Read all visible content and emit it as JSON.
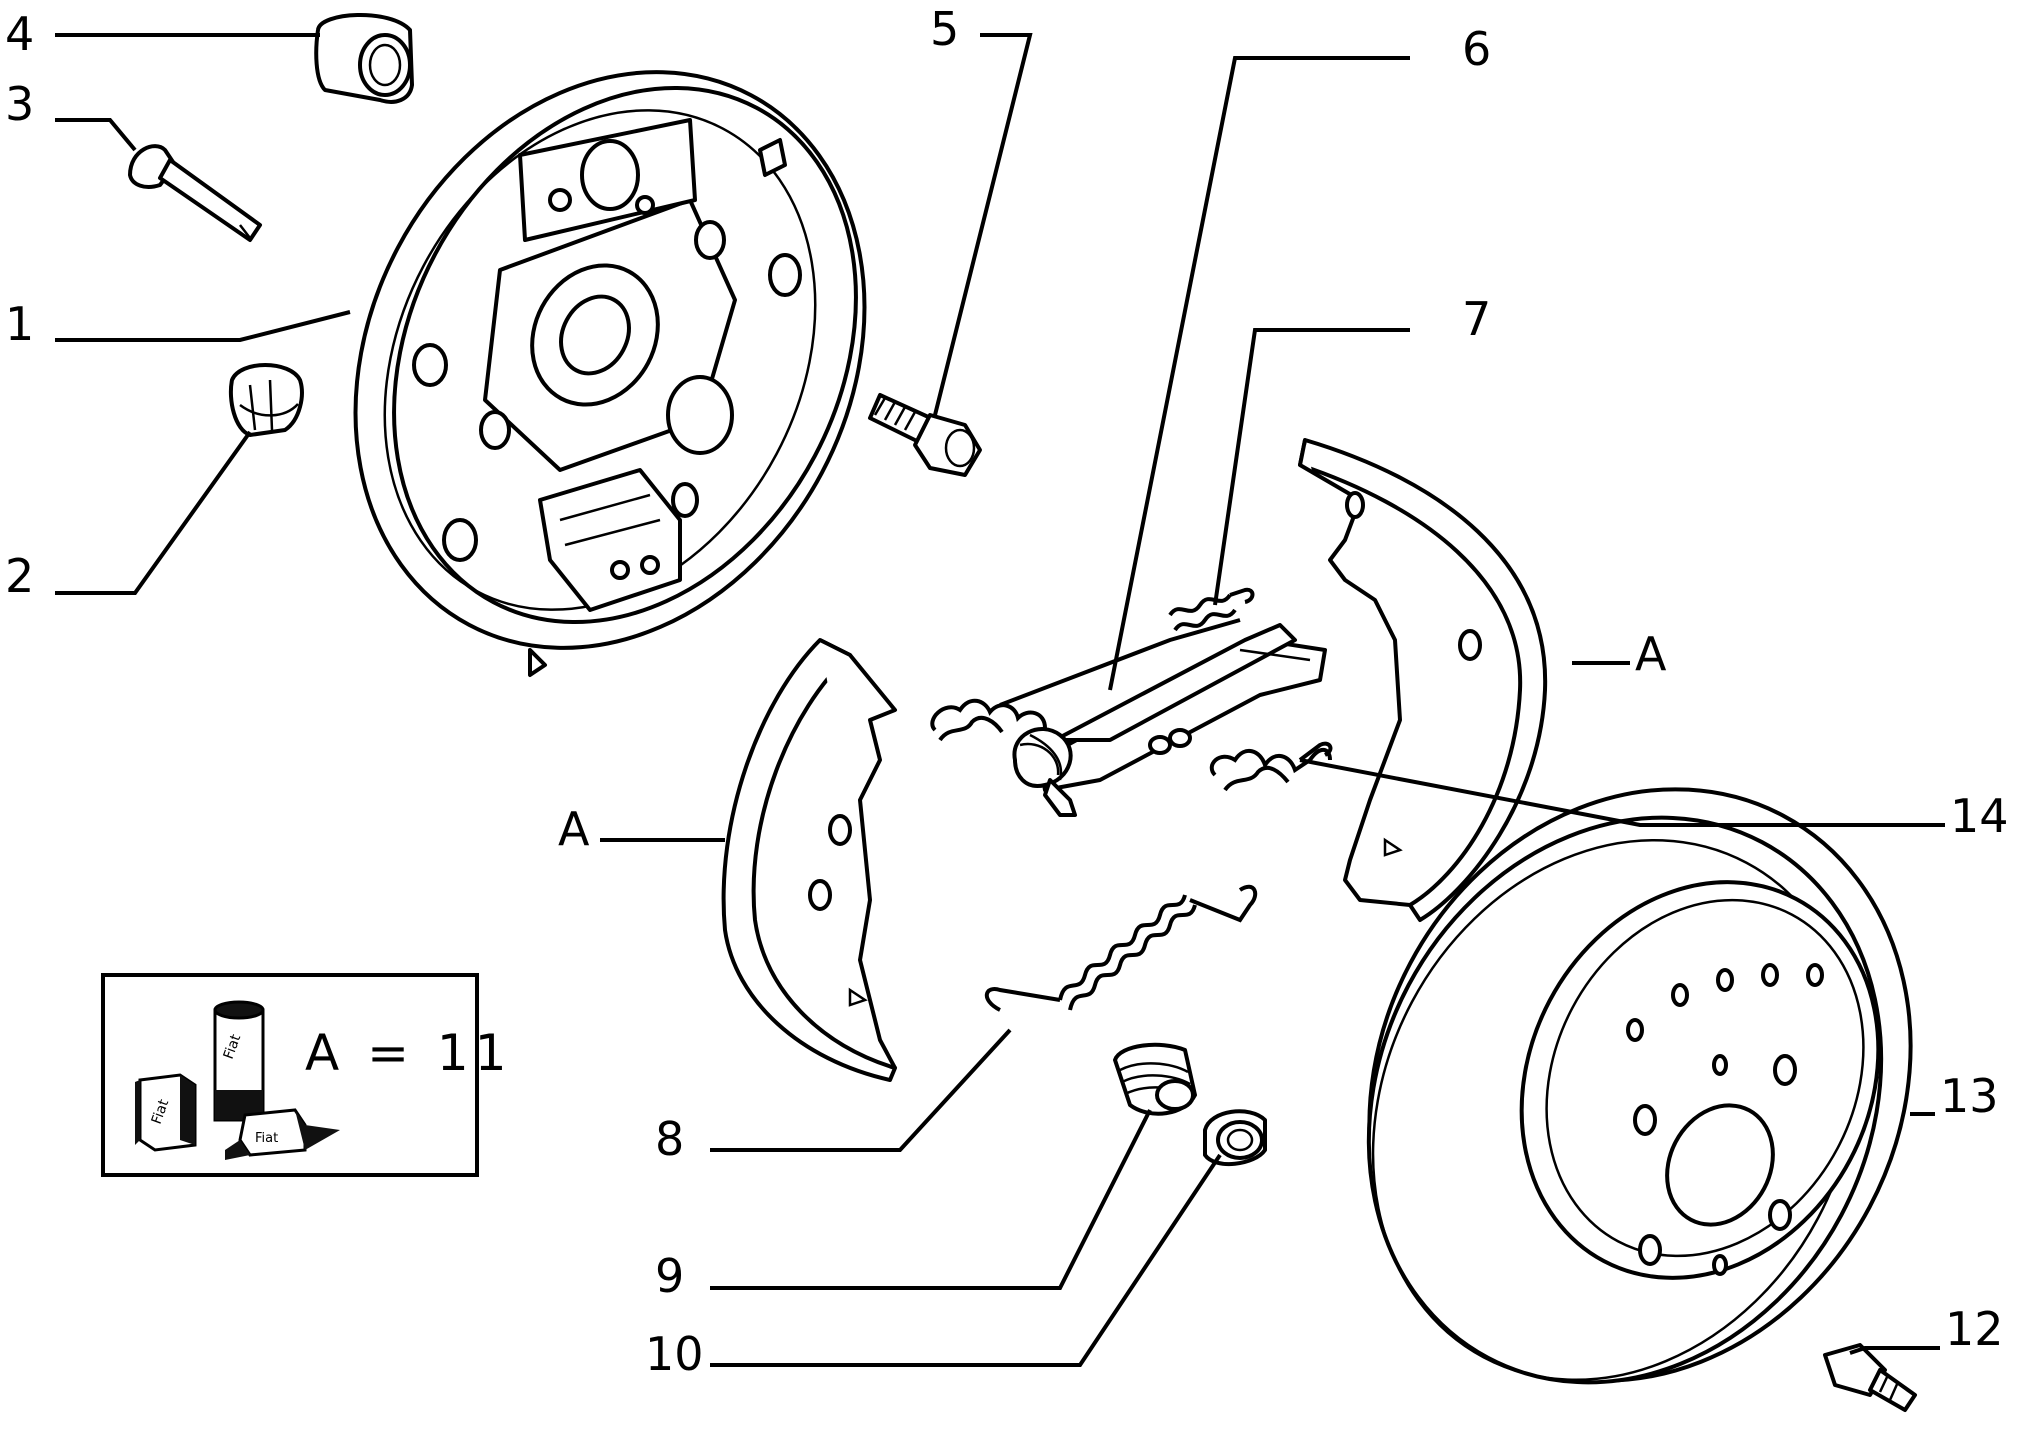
{
  "callouts": {
    "c1": "1",
    "c2": "2",
    "c3": "3",
    "c4": "4",
    "c5": "5",
    "c6": "6",
    "c7": "7",
    "c8": "8",
    "c9": "9",
    "c10": "10",
    "c12": "12",
    "c13": "13",
    "c14": "14",
    "a_left": "A",
    "a_right": "A"
  },
  "legend_box": {
    "text": "A = 11",
    "can_label": "Fiat",
    "box_label_1": "Fiat",
    "box_label_2": "Fiat"
  },
  "colors": {
    "ink": "#000000",
    "paper": "#ffffff"
  }
}
